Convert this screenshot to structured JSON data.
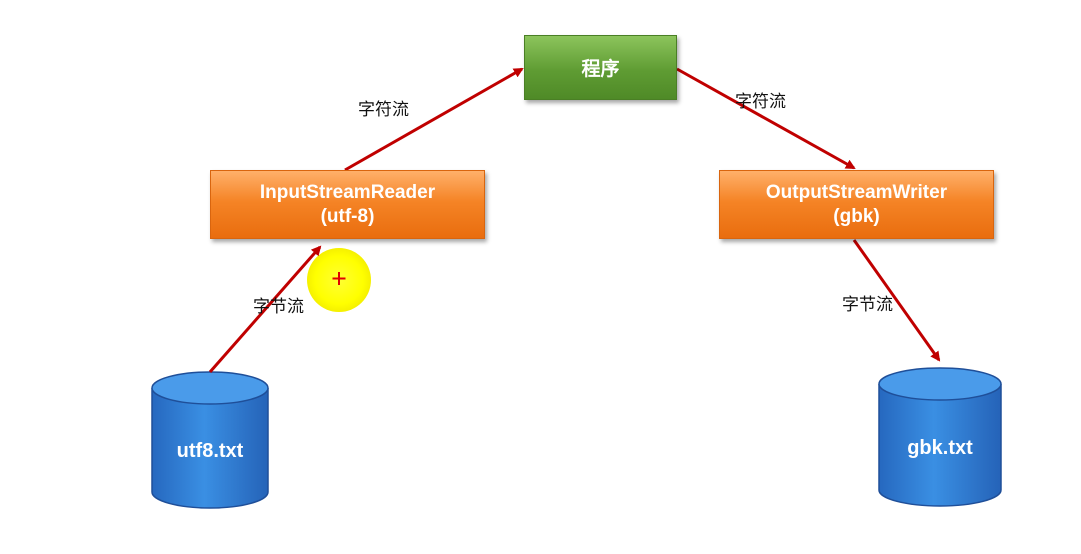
{
  "program_box": {
    "label": "程序"
  },
  "reader_box": {
    "line1": "InputStreamReader",
    "line2": "(utf-8)"
  },
  "writer_box": {
    "line1": "OutputStreamWriter",
    "line2": "(gbk)"
  },
  "source_file": {
    "label": "utf8.txt"
  },
  "target_file": {
    "label": "gbk.txt"
  },
  "edge_labels": {
    "reader_to_program": "字符流",
    "program_to_writer": "字符流",
    "source_to_reader": "字节流",
    "writer_to_target": "字节流"
  },
  "colors": {
    "arrow": "#c00000",
    "program_box": "#5f9c33",
    "stream_box": "#f58426",
    "cylinder": "#2f7fd6",
    "cursor_highlight": "#ffff00"
  },
  "icons": [
    "cursor-highlight-icon"
  ]
}
